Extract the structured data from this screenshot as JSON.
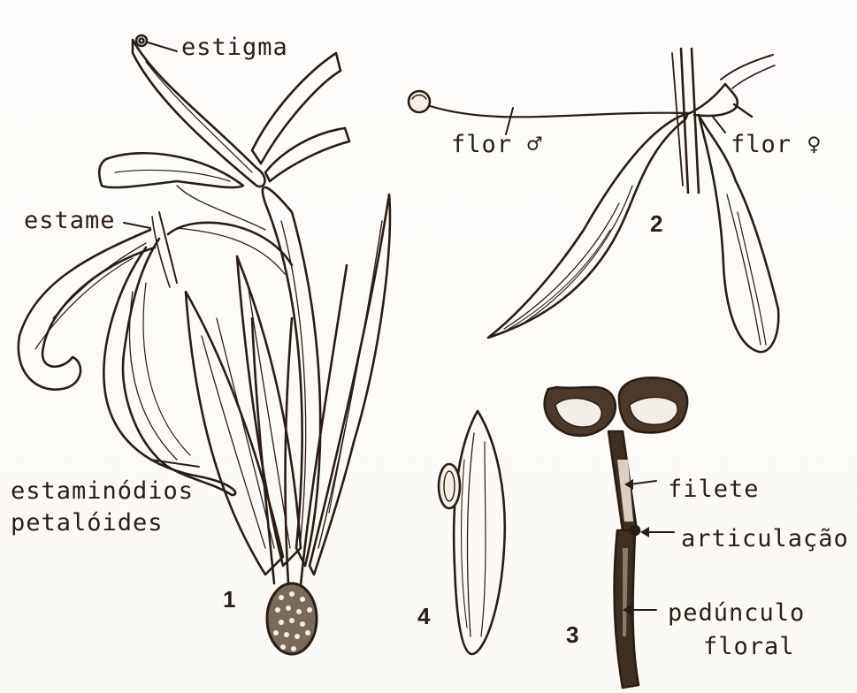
{
  "labels": {
    "estigma": "estigma",
    "estame": "estame",
    "estaminodios_line1": "estaminódios",
    "estaminodios_line2": "petalóides",
    "flor_male": "flor ♂",
    "flor_female": "flor ♀",
    "filete": "filete",
    "articulacao": "articulação",
    "pedunculo_line1": "pedúnculo",
    "pedunculo_line2": "floral"
  },
  "figure_numbers": {
    "fig1": "1",
    "fig2": "2",
    "fig3": "3",
    "fig4": "4"
  },
  "colors": {
    "ink": "#2a1d14",
    "paper": "#fdfcfa"
  }
}
